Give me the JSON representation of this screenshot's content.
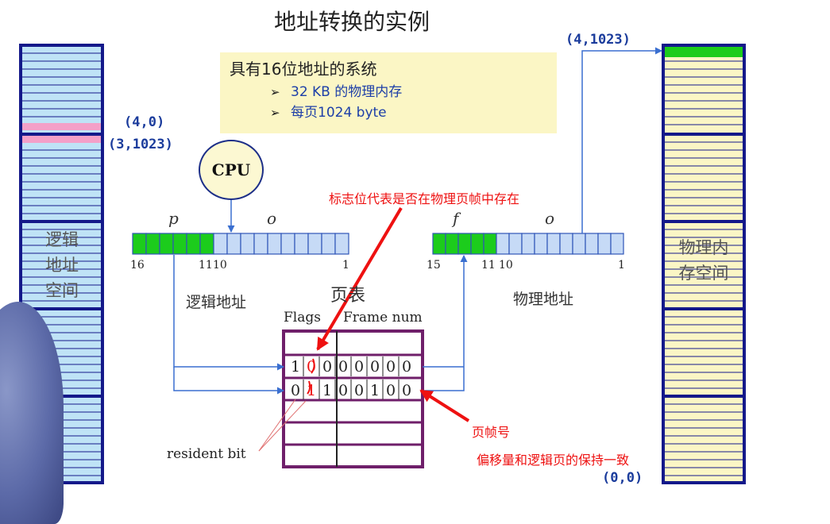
{
  "title": "地址转换的实例",
  "info": {
    "main": "具有16位地址的系统",
    "bullets": [
      "32 KB 的物理内存",
      "每页1024 byte"
    ]
  },
  "logical_space": {
    "label_lines": [
      "逻辑",
      "地址",
      "空间"
    ],
    "coord_top": "(4,0)",
    "coord_bottom": "(3,1023)"
  },
  "physical_space": {
    "label_lines": [
      "物理内",
      "存空间"
    ],
    "coord_top": "(4,1023)",
    "coord_bottom": "(0,0)"
  },
  "cpu_label": "CPU",
  "logical_address": {
    "p": "p",
    "o": "o",
    "ticks": [
      "16",
      "11",
      "10",
      "1"
    ],
    "label": "逻辑地址"
  },
  "physical_address": {
    "f": "f",
    "o": "o",
    "ticks": [
      "15",
      "11",
      "10",
      "1"
    ],
    "label": "物理地址"
  },
  "page_table": {
    "label": "页表",
    "col_flags": "Flags",
    "col_frame": "Frame num",
    "rows": [
      [
        "1",
        "0",
        "0",
        "0",
        "0",
        "0",
        "0",
        "0"
      ],
      [
        "0",
        "1",
        "1",
        "0",
        "0",
        "1",
        "0",
        "0"
      ]
    ]
  },
  "annotations": {
    "flag_note": "标志位代表是否在物理页帧中存在",
    "frame_no": "页帧号",
    "offset_note": "偏移量和逻辑页的保持一致",
    "resident": "resident bit"
  },
  "colors": {
    "cell_blue": "#bfe3f6",
    "cell_yellow": "#fbf6c5",
    "navy": "#14198a",
    "green": "#1ccc1c",
    "pink": "#f4a0c8",
    "table_purple": "#6f1f6a",
    "arrow_blue": "#3a6fd0",
    "red": "#ee1111"
  }
}
